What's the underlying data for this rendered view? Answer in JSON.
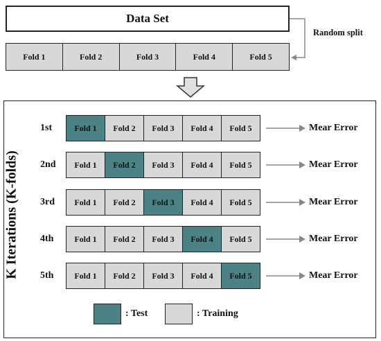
{
  "dataset": {
    "title": "Data Set",
    "split_label": "Random split"
  },
  "folds": [
    "Fold 1",
    "Fold 2",
    "Fold 3",
    "Fold 4",
    "Fold 5"
  ],
  "axis_label": "K Iterations (K-folds)",
  "iterations": [
    {
      "label": "1st",
      "test_index": 0,
      "error": "Mear Error"
    },
    {
      "label": "2nd",
      "test_index": 1,
      "error": "Mear Error"
    },
    {
      "label": "3rd",
      "test_index": 2,
      "error": "Mear Error"
    },
    {
      "label": "4th",
      "test_index": 3,
      "error": "Mear Error"
    },
    {
      "label": "5th",
      "test_index": 4,
      "error": "Mear Error"
    }
  ],
  "legend": {
    "test": ": Test",
    "training": ": Training"
  },
  "colors": {
    "test": "#4a8285",
    "training": "#d8d8d8",
    "line": "#222222",
    "arrow": "#888888"
  }
}
